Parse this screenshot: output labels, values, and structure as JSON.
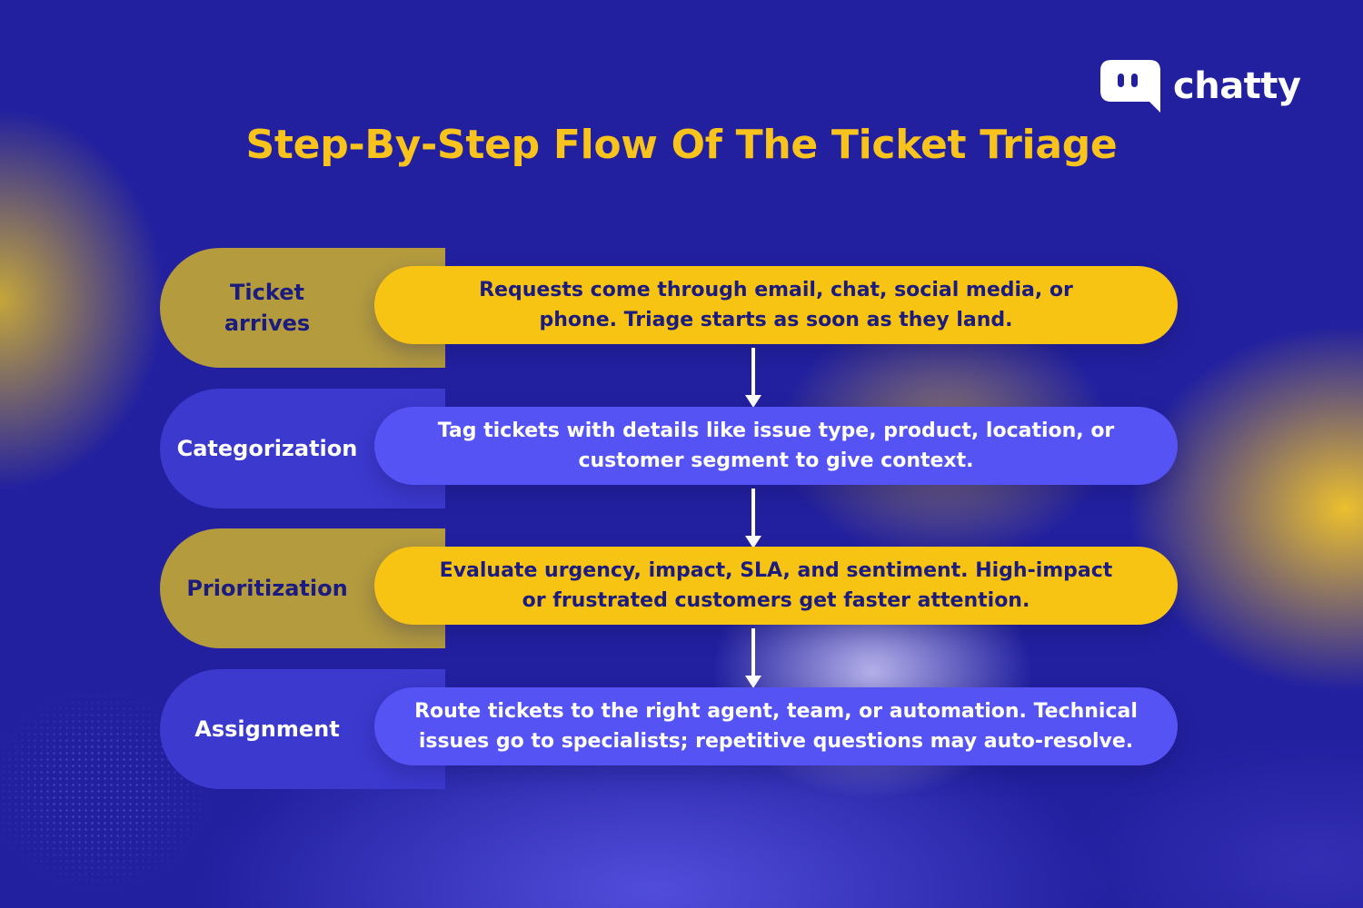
{
  "brand": {
    "logo_icon": "chat-bubble-icon",
    "name": "chatty"
  },
  "title": "Step-By-Step Flow Of The Ticket Triage",
  "colors": {
    "background": "#22209f",
    "title": "#f7c31c",
    "yellow_accent": "#f8c413",
    "blue_accent": "#5653f5"
  },
  "steps": [
    {
      "label_lines": [
        "Ticket",
        "arrives"
      ],
      "description_lines": [
        "Requests come through email, chat, social media, or",
        "phone. Triage starts as soon as they land."
      ],
      "style": "yellow"
    },
    {
      "label_lines": [
        "Categorization"
      ],
      "description_lines": [
        "Tag tickets with details like issue type, product, location, or",
        "customer segment to give context."
      ],
      "style": "blue"
    },
    {
      "label_lines": [
        "Prioritization"
      ],
      "description_lines": [
        "Evaluate urgency, impact, SLA, and sentiment. High-impact",
        "or frustrated customers get faster attention."
      ],
      "style": "yellow"
    },
    {
      "label_lines": [
        "Assignment"
      ],
      "description_lines": [
        "Route tickets to the right agent, team, or automation. Technical",
        "issues go to specialists; repetitive questions may auto-resolve."
      ],
      "style": "blue"
    }
  ]
}
